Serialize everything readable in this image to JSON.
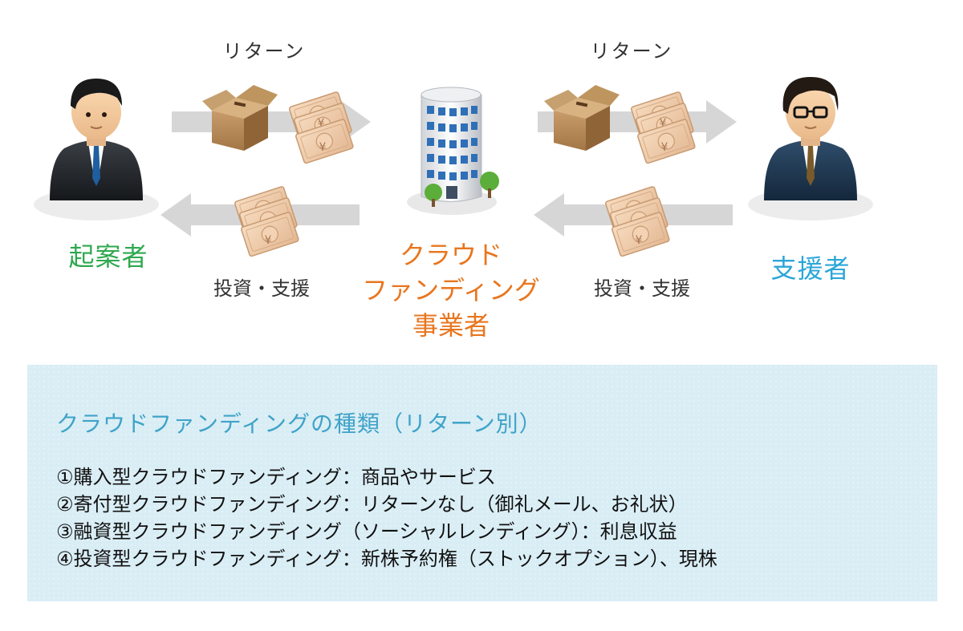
{
  "top": {
    "return_left": "リターン",
    "return_right": "リターン",
    "invest_left": "投資・支援",
    "invest_right": "投資・支援",
    "actor_left": "起案者",
    "actor_right": "支援者",
    "center_line1": "クラウド",
    "center_line2": "ファンディング",
    "center_line3": "事業者",
    "yen_symbol": "¥"
  },
  "colors": {
    "actor_left": "#2fa84f",
    "actor_right": "#2ba6d8",
    "center": "#e8761f",
    "panel_bg": "#d9edf5",
    "panel_title": "#3fa3c8",
    "arrow": "#d6d6d6"
  },
  "panel": {
    "title": "クラウドファンディングの種類（リターン別）",
    "items": [
      "①購入型クラウドファンディング：商品やサービス",
      "②寄付型クラウドファンディング：リターンなし（御礼メール、お礼状）",
      "③融資型クラウドファンディング（ソーシャルレンディング）：利息収益",
      "④投資型クラウドファンディング：新株予約権（ストックオプション）、現株"
    ]
  },
  "icons": {
    "left_person": "businessman-icon",
    "right_person": "supporter-with-glasses-icon",
    "center": "office-building-icon",
    "box": "cardboard-box-icon",
    "money": "yen-banknotes-icon"
  }
}
